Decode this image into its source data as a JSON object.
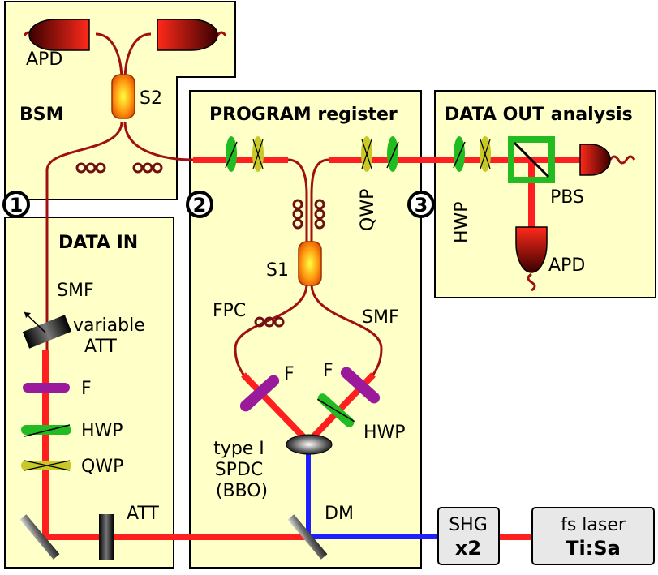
{
  "panels": {
    "bsm": "BSM",
    "program": "PROGRAM register",
    "data_out": "DATA OUT analysis",
    "data_in": "DATA IN"
  },
  "labels": {
    "apd_top": "APD",
    "s2": "S2",
    "s1": "S1",
    "qwp_vertical": "QWP",
    "hwp_vertical": "HWP",
    "pbs": "PBS",
    "apd_right": "APD",
    "smf_left": "SMF",
    "variable_att": "variable\nATT",
    "f_left": "F",
    "hwp_left": "HWP",
    "qwp_left": "QWP",
    "att_bottom": "ATT",
    "fpc": "FPC",
    "smf_right": "SMF",
    "f_mid_left": "F",
    "f_mid_right": "F",
    "hwp_mid": "HWP",
    "spdc": "type I\nSPDC\n(BBO)",
    "dm": "DM",
    "shg_line1": "SHG",
    "shg_line2": "x2",
    "laser_line1": "fs laser",
    "laser_line2": "Ti:Sa"
  },
  "markers": [
    "1",
    "2",
    "3"
  ],
  "colors": {
    "panel": "#ffffc8",
    "red_beam": "#ff1f1f",
    "blue_beam": "#1f1fff",
    "fiber": "#a01010",
    "hwp": "#22bb22",
    "qwp": "#c8c828",
    "filter": "#9b1a9b"
  }
}
